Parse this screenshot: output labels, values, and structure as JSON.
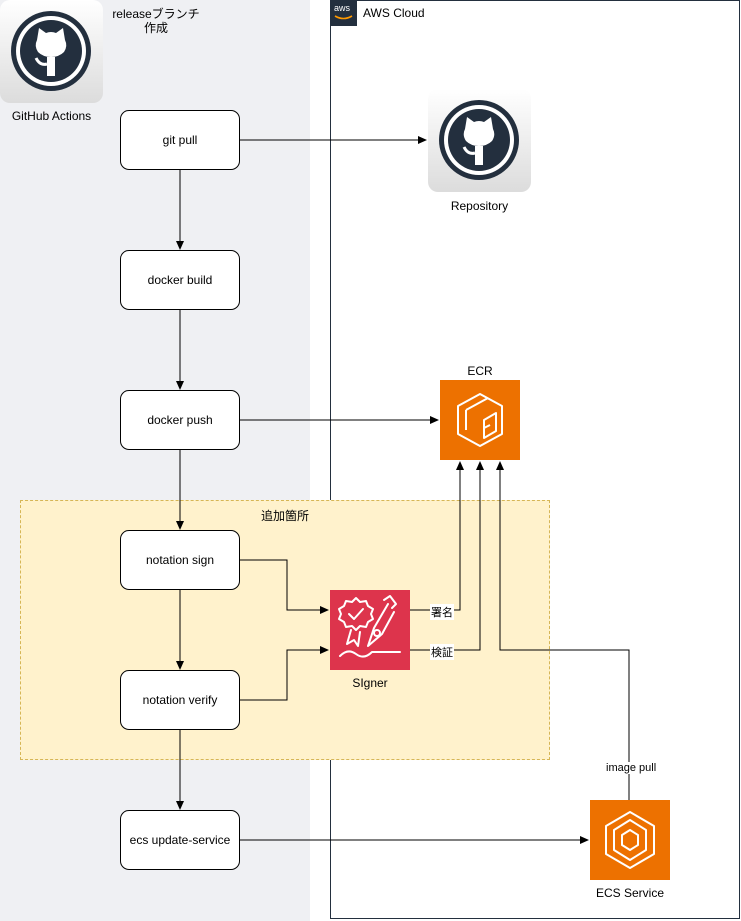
{
  "github_lane": {
    "title_line1": "releaseブランチ",
    "title_line2": "作成",
    "actions_label": "GitHub Actions"
  },
  "aws": {
    "title": "AWS Cloud",
    "badge_text": "aws"
  },
  "added_section": {
    "title": "追加箇所"
  },
  "steps": {
    "git_pull": "git pull",
    "docker_build": "docker build",
    "docker_push": "docker push",
    "notation_sign": "notation sign",
    "notation_verify": "notation verify",
    "ecs_update": "ecs update-service"
  },
  "nodes": {
    "repository": "Repository",
    "ecr": "ECR",
    "signer": "SIgner",
    "ecs_service": "ECS Service"
  },
  "edge_labels": {
    "sign": "署名",
    "verify": "検証",
    "image_pull": "image pull"
  },
  "colors": {
    "lane_bg": "#eff0f3",
    "aws_border": "#232f3e",
    "added_bg": "#fff2cc",
    "added_border": "#d6b656",
    "ecr_orange": "#ed7100",
    "signer_red": "#dd344c",
    "ecs_orange": "#ed7100"
  },
  "icons": [
    "github-icon",
    "aws-logo-icon",
    "ecr-icon",
    "signer-icon",
    "ecs-icon"
  ]
}
